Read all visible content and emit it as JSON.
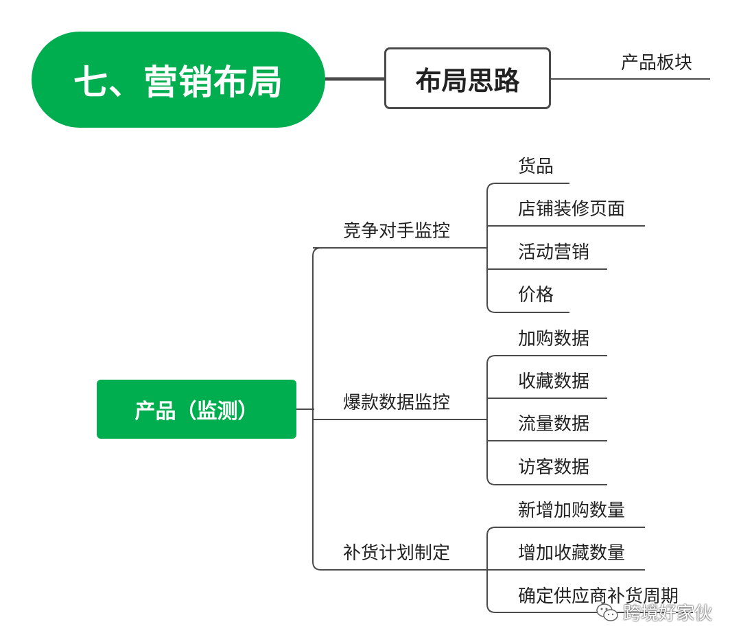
{
  "title": "七、营销布局",
  "idea_box": "布局思路",
  "idea_branch": "产品板块",
  "root": "产品（监测）",
  "branches": [
    {
      "label": "竞争对手监控",
      "leaves": [
        "货品",
        "店铺装修页面",
        "活动营销",
        "价格"
      ]
    },
    {
      "label": "爆款数据监控",
      "leaves": [
        "加购数据",
        "收藏数据",
        "流量数据",
        "访客数据"
      ]
    },
    {
      "label": "补货计划制定",
      "leaves": [
        "新增加购数量",
        "增加收藏数量",
        "确定供应商补货周期"
      ]
    }
  ],
  "watermark": "跨境好家伙",
  "colors": {
    "accent": "#00ad4f",
    "line": "#4a4a4a",
    "text": "#222222"
  },
  "icons": {
    "watermark": "wechat-icon"
  }
}
